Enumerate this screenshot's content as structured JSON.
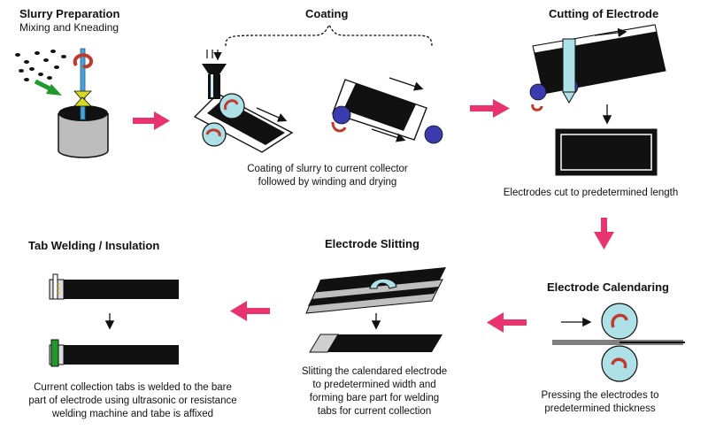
{
  "steps": {
    "slurry": {
      "title": "Slurry Preparation",
      "subtitle": "Mixing and Kneading"
    },
    "coating": {
      "title": "Coating",
      "caption": [
        "Coating of slurry to current collector",
        "followed by winding and drying"
      ]
    },
    "cutting": {
      "title": "Cutting of Electrode",
      "caption": [
        "Electrodes cut to predetermined length"
      ]
    },
    "calendaring": {
      "title": "Electrode Calendaring",
      "caption": [
        "Pressing the electrodes to",
        "predetermined thickness"
      ]
    },
    "slitting": {
      "title": "Electrode Slitting",
      "caption": [
        "Slitting the calendared electrode",
        "to predetermined width and",
        "forming bare part for welding",
        "tabs for current collection"
      ]
    },
    "welding": {
      "title": "Tab Welding / Insulation",
      "caption": [
        "Current collection tabs is welded to the bare",
        "part of electrode using ultrasonic or resistance",
        "welding machine and tabe is affixed"
      ]
    }
  },
  "colors": {
    "flow_arrow": "#e8336e",
    "electrode": "#000000",
    "roller": "#aee0e8",
    "roller_rotation": "#c0392b",
    "blue_roller": "#3b3bb0",
    "tab_green": "#1f9a2b",
    "bare_part": "#cfcfcf"
  }
}
